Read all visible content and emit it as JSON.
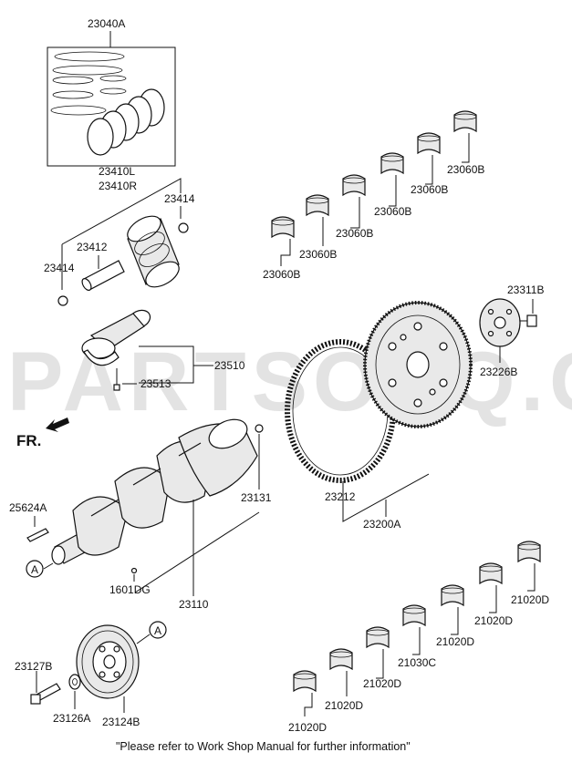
{
  "watermark": "PARTSOUQ.COM",
  "direction_label": "FR.",
  "footer_note": "\"Please refer to Work Shop Manual for further information\"",
  "ref_marker": "A",
  "labels": {
    "piston_ring_set": "23040A",
    "piston_l": "23410L",
    "piston_r": "23410R",
    "snap_ring_upper": "23414",
    "piston_pin": "23412",
    "snap_ring_lower": "23414",
    "conrod_bearing_1": "23060B",
    "conrod_bearing_2": "23060B",
    "conrod_bearing_3": "23060B",
    "conrod_bearing_4": "23060B",
    "conrod_bearing_5": "23060B",
    "conrod_bearing_6": "23060B",
    "flywheel_bolt": "23311B",
    "flywheel_plate": "23226B",
    "connecting_rod": "23510",
    "conrod_bolt": "23513",
    "ring_gear": "23212",
    "flywheel_assy": "23200A",
    "key": "25624A",
    "crank_sensor_pin": "23131",
    "pin": "1601DG",
    "crankshaft": "23110",
    "main_bearing_1": "21020D",
    "main_bearing_2": "21020D",
    "main_bearing_3": "21020D",
    "main_bearing_4": "21030C",
    "main_bearing_5": "21020D",
    "main_bearing_6": "21020D",
    "main_bearing_7": "21020D",
    "pulley_bolt": "23127B",
    "washer": "23126A",
    "damper_pulley": "23124B"
  }
}
